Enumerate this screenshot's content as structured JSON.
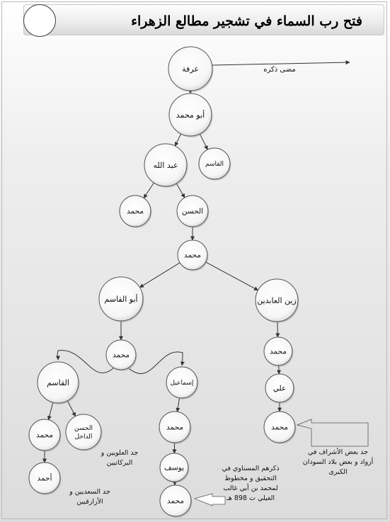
{
  "title": "فتح رب السماء في تشجير مطالع الزهراء",
  "nodes": [
    {
      "id": "arafa",
      "label": "عرفة"
    },
    {
      "id": "abu_muhammad",
      "label": "أبو محمد"
    },
    {
      "id": "abdullah",
      "label": "عبد الله"
    },
    {
      "id": "alqasim_1",
      "label": "القاسم"
    },
    {
      "id": "alhasan",
      "label": "الحسن"
    },
    {
      "id": "muhammad_1",
      "label": "محمد"
    },
    {
      "id": "muhammad_2",
      "label": "محمد"
    },
    {
      "id": "abu_alqasim",
      "label": "أبو القاسم"
    },
    {
      "id": "zain",
      "label": "زين العابدين"
    },
    {
      "id": "muhammad_3",
      "label": "محمد"
    },
    {
      "id": "muhammad_zain",
      "label": "محمد"
    },
    {
      "id": "ali",
      "label": "علي"
    },
    {
      "id": "muhammad_ali",
      "label": "محمد"
    },
    {
      "id": "alqasim_2",
      "label": "القاسم"
    },
    {
      "id": "ismail",
      "label": "إسماعيل"
    },
    {
      "id": "muhammad_q",
      "label": "محمد"
    },
    {
      "id": "hasan_dakhil",
      "label": "الحسن الداخل"
    },
    {
      "id": "ahmad",
      "label": "أحمد"
    },
    {
      "id": "muhammad_i",
      "label": "محمد"
    },
    {
      "id": "yusuf",
      "label": "يوسف"
    },
    {
      "id": "muhammad_y",
      "label": "محمد"
    }
  ],
  "notes": {
    "madi": "مضى ذكره",
    "ashraf": "جد بعض الأشراف في أزواد و بعض بلاد السودان الكبرى",
    "alawiyin": "جد العلويين و البركاتيين",
    "saadiyin": "جد السعديين و الأزارقيين",
    "manuscript": "ذكرهم المسناوي في التحقيق و مخطوط لمحمد بن أبي غالب الغيلي ت 898 هـ"
  }
}
